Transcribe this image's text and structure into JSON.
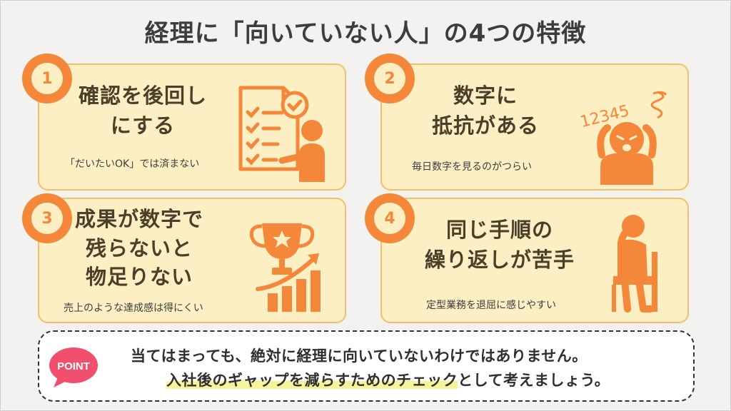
{
  "title": "経理に「向いていない人」の4つの特徴",
  "cards": [
    {
      "number": "1",
      "title_line1": "確認を後回し",
      "title_line2": "にする",
      "subtitle": "「だいたいOK」では済まない",
      "icon": "checklist-person-icon"
    },
    {
      "number": "2",
      "title_line1": "数字に",
      "title_line2": "抵抗がある",
      "subtitle": "毎日数字を見るのがつらい",
      "icon": "stressed-person-icon",
      "icon_text": "12345"
    },
    {
      "number": "3",
      "title_line1": "成果が数字で",
      "title_line2": "残らないと",
      "title_line3": "物足りない",
      "subtitle": "売上のような達成感は得にくい",
      "icon": "trophy-growth-icon"
    },
    {
      "number": "4",
      "title_line1": "同じ手順の",
      "title_line2": "繰り返しが苦手",
      "subtitle": "定型業務を退屈に感じやすい",
      "icon": "bored-person-icon"
    }
  ],
  "point": {
    "badge": "POINT",
    "line1": "当てはまっても、絶対に経理に向いていないわけではありません。",
    "line2_highlight": "入社後のギャップを減らすためのチェック",
    "line2_rest": "として考えましょう。"
  },
  "colors": {
    "accent": "#f4873a",
    "card_bg": "#fdefc4",
    "card_border": "#f4be6a",
    "point_badge": "#f0506e",
    "highlight": "#f8f29a"
  }
}
